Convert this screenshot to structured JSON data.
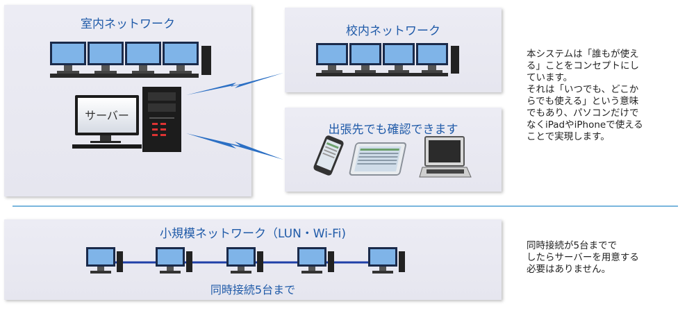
{
  "panels": {
    "indoor": {
      "title": "室内ネットワーク",
      "server_label": "サーバー"
    },
    "campus": {
      "title": "校内ネットワーク"
    },
    "remote": {
      "title": "出張先でも確認できます"
    },
    "small": {
      "title": "小規模ネットワーク（LUN・Wi-Fi)",
      "caption": "同時接続5台まで"
    }
  },
  "descriptions": {
    "top": "本システムは「誰もが使え\nる」ことをコンセプトにし\nています。\nそれは「いつでも、どこか\nらでも使える」という意味\nでもあり、パソコンだけで\nなくiPadやiPhoneで使える\nことで実現します。",
    "bottom": "同時接続が5台までで\nしたらサーバーを用意する\n必要はありません。"
  },
  "colors": {
    "title": "#1f5aa8",
    "bolt": "#2b6fc4",
    "line": "#1f3fa8",
    "divider": "#7ab6dd"
  }
}
